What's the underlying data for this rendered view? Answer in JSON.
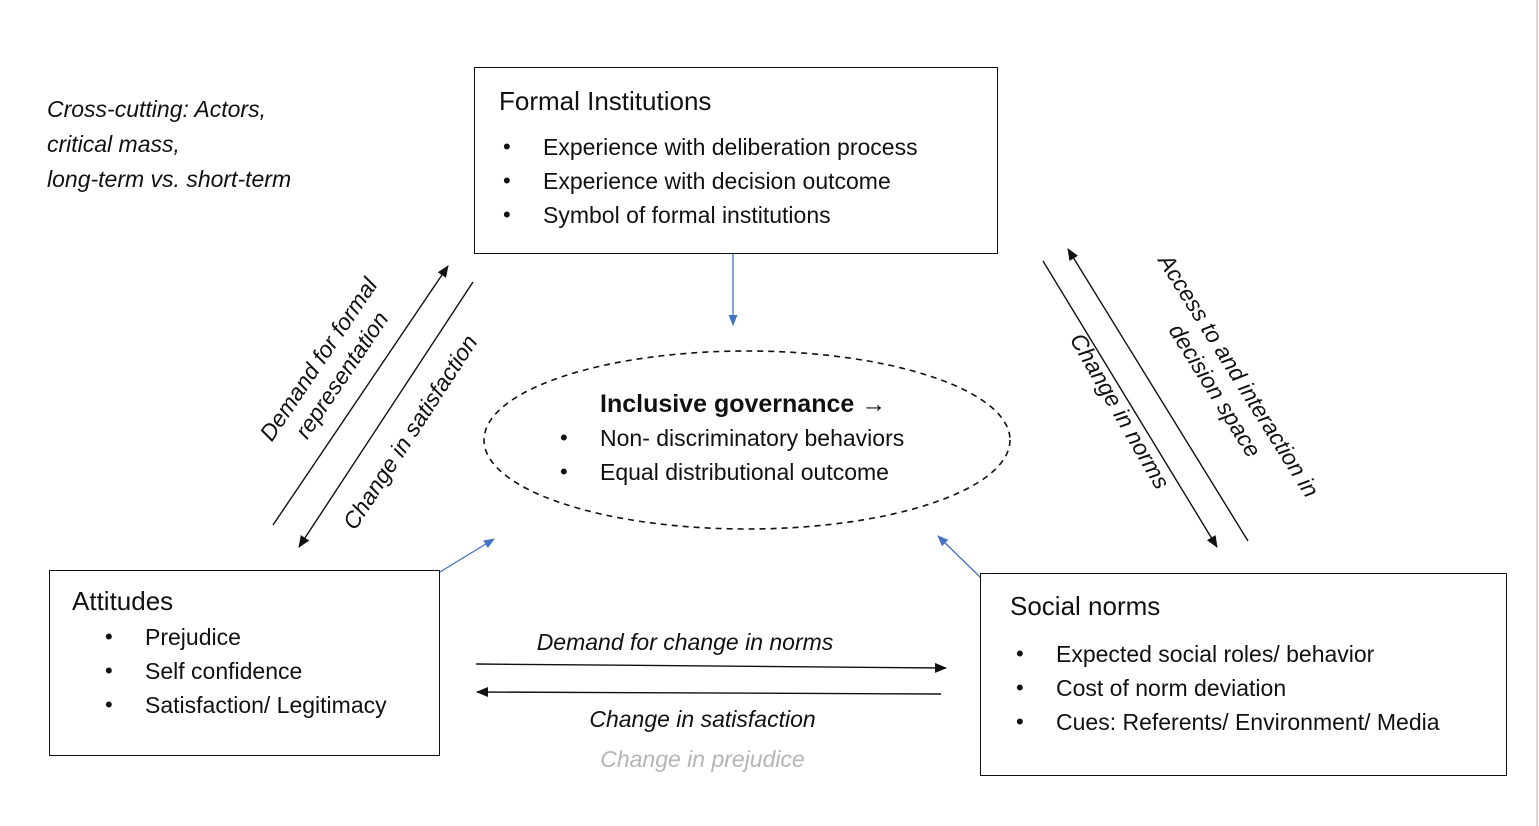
{
  "cross_cutting": {
    "line1": "Cross-cutting: Actors,",
    "line2": "critical mass,",
    "line3": "long-term vs. short-term"
  },
  "formal_institutions": {
    "title": "Formal Institutions",
    "items": [
      "Experience with deliberation process",
      "Experience with decision outcome",
      "Symbol of formal institutions"
    ]
  },
  "inclusive_governance": {
    "title": "Inclusive governance →",
    "items": [
      "Non- discriminatory behaviors",
      "Equal distributional outcome"
    ]
  },
  "attitudes": {
    "title": "Attitudes",
    "items": [
      "Prejudice",
      "Self confidence",
      "Satisfaction/ Legitimacy"
    ]
  },
  "social_norms": {
    "title": "Social norms",
    "items": [
      "Expected social roles/ behavior",
      "Cost of norm deviation",
      "Cues: Referents/ Environment/ Media"
    ]
  },
  "arrow_labels": {
    "demand_formal_line1": "Demand for formal",
    "demand_formal_line2": "representation",
    "change_satisfaction_left": "Change in satisfaction",
    "access_line1": "Access to and interaction in",
    "access_line2": "decision space",
    "change_norms": "Change in norms",
    "demand_change_norms": "Demand for change in norms",
    "change_satisfaction_bottom": "Change in satisfaction",
    "change_prejudice": "Change in prejudice"
  },
  "colors": {
    "line": "#111111",
    "influence_arrow": "#4472c4",
    "muted_text": "#b5b5b5"
  }
}
